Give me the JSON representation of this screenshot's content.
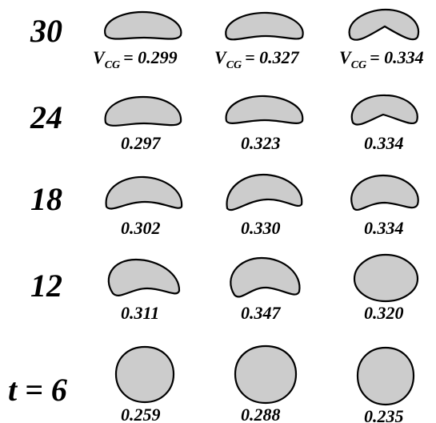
{
  "colors": {
    "shape_fill": "#cccccc",
    "shape_stroke": "#000000",
    "text": "#000000"
  },
  "rows": [
    {
      "time": "30",
      "cells": [
        {
          "prefix": "V",
          "sub": "CG",
          "eq": "= 0.299",
          "value": "0.299"
        },
        {
          "prefix": "V",
          "sub": "CG",
          "eq": "= 0.327",
          "value": "0.327"
        },
        {
          "prefix": "V",
          "sub": "CG",
          "eq": "= 0.334",
          "value": "0.334"
        }
      ]
    },
    {
      "time": "24",
      "cells": [
        {
          "value": "0.297"
        },
        {
          "value": "0.323"
        },
        {
          "value": "0.334"
        }
      ]
    },
    {
      "time": "18",
      "cells": [
        {
          "value": "0.302"
        },
        {
          "value": "0.330"
        },
        {
          "value": "0.334"
        }
      ]
    },
    {
      "time": "12",
      "cells": [
        {
          "value": "0.311"
        },
        {
          "value": "0.347"
        },
        {
          "value": "0.320"
        }
      ]
    },
    {
      "time": "t = 6",
      "cells": [
        {
          "value": "0.259"
        },
        {
          "value": "0.288"
        },
        {
          "value": "0.235"
        }
      ]
    }
  ]
}
